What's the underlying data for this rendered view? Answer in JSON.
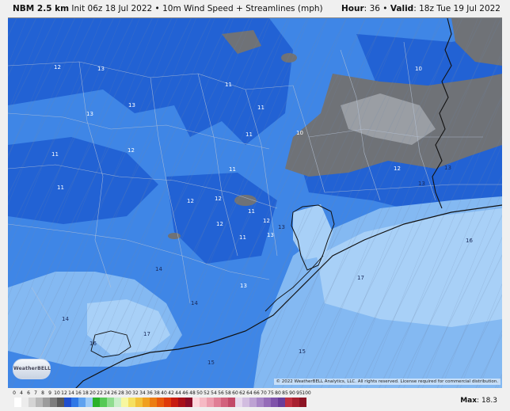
{
  "header": {
    "model": "NBM 2.5 km",
    "init": "Init 06z 18 Jul 2022",
    "separator": "•",
    "field": "10m Wind Speed + Streamlines (mph)",
    "hour_label": "Hour",
    "hour_value": "36",
    "valid_label": "Valid",
    "valid_value": "18z Tue 19 Jul 2022"
  },
  "map": {
    "labels": [
      {
        "text": "12"
      },
      {
        "text": "13"
      },
      {
        "text": "11"
      },
      {
        "text": "13"
      },
      {
        "text": "13"
      },
      {
        "text": "11"
      },
      {
        "text": "12"
      },
      {
        "text": "11"
      },
      {
        "text": "10"
      },
      {
        "text": "11"
      },
      {
        "text": "12"
      },
      {
        "text": "13"
      },
      {
        "text": "11"
      },
      {
        "text": "11"
      },
      {
        "text": "10"
      },
      {
        "text": "12"
      },
      {
        "text": "12"
      },
      {
        "text": "11"
      },
      {
        "text": "12"
      },
      {
        "text": "13"
      },
      {
        "text": "12"
      },
      {
        "text": "11"
      },
      {
        "text": "13"
      },
      {
        "text": "16"
      },
      {
        "text": "14"
      },
      {
        "text": "13"
      },
      {
        "text": "17"
      },
      {
        "text": "14"
      },
      {
        "text": "14"
      },
      {
        "text": "17"
      },
      {
        "text": "16"
      },
      {
        "text": "15"
      },
      {
        "text": "15"
      },
      {
        "text": "13"
      }
    ],
    "colors": {
      "dark_blue": "#2262d4",
      "medium_blue": "#3f86e6",
      "light_blue": "#84b9f2",
      "lighter_blue": "#a8d0f7",
      "gray": "#6f7277",
      "light_gray": "#9a9ea4",
      "boundary": "#b7c3d6",
      "coast": "#111111"
    }
  },
  "copyright": "© 2022 WeatherBELL Analytics, LLC. All rights reserved. License required for commercial distribution.",
  "logo": "WeatherBELL",
  "legend": {
    "ticks": [
      "0",
      "4",
      "6",
      "7",
      "8",
      "9",
      "10",
      "12",
      "14",
      "16",
      "18",
      "20",
      "22",
      "24",
      "26",
      "28",
      "30",
      "32",
      "34",
      "36",
      "38",
      "40",
      "42",
      "44",
      "46",
      "48",
      "50",
      "52",
      "54",
      "56",
      "58",
      "60",
      "62",
      "64",
      "66",
      "70",
      "75",
      "80",
      "85",
      "90",
      "95",
      "100"
    ],
    "colors": [
      "#ffffff",
      "#ececec",
      "#d4d4d4",
      "#b8b8b8",
      "#9c9c9c",
      "#7d7d7d",
      "#5a5a5a",
      "#1f4fcf",
      "#2f78e6",
      "#5fa2ef",
      "#9ccaf6",
      "#2ab12a",
      "#55c955",
      "#8fdc8f",
      "#c8eec8",
      "#f7f7a0",
      "#f5e060",
      "#f2c23a",
      "#f0a020",
      "#ec7d12",
      "#e85a0c",
      "#df3a0a",
      "#c81c10",
      "#a8101a",
      "#8a0c28",
      "#ffd6dc",
      "#f6b9c4",
      "#ec9cad",
      "#e07e95",
      "#d2627d",
      "#c24a68",
      "#e6d8ec",
      "#d2bde0",
      "#bda2d3",
      "#a886c6",
      "#956cb8",
      "#8053aa",
      "#6b3d99",
      "#c03040",
      "#a82030",
      "#8c1424"
    ],
    "max_label": "Max",
    "max_value": "18.3"
  }
}
